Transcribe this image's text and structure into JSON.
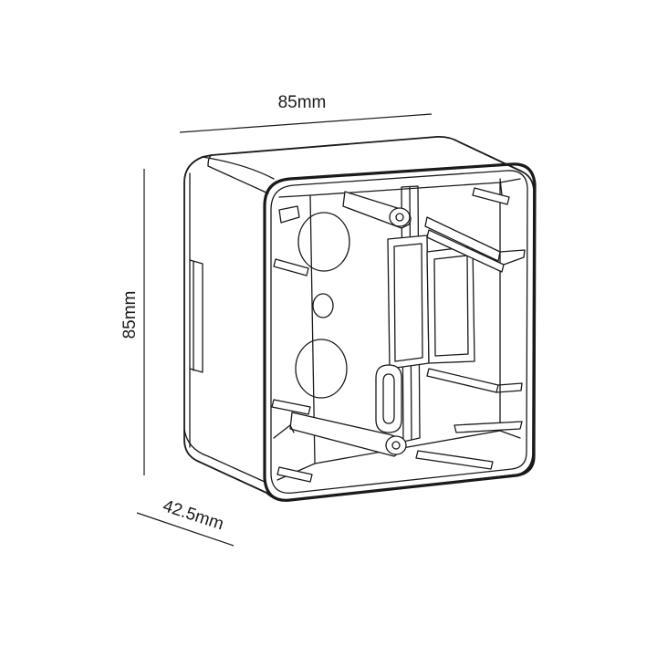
{
  "dimensions": {
    "width_label": "85mm",
    "height_label": "85mm",
    "depth_label": "42.5mm"
  },
  "colors": {
    "line": "#1a1a1a",
    "background": "#ffffff"
  }
}
